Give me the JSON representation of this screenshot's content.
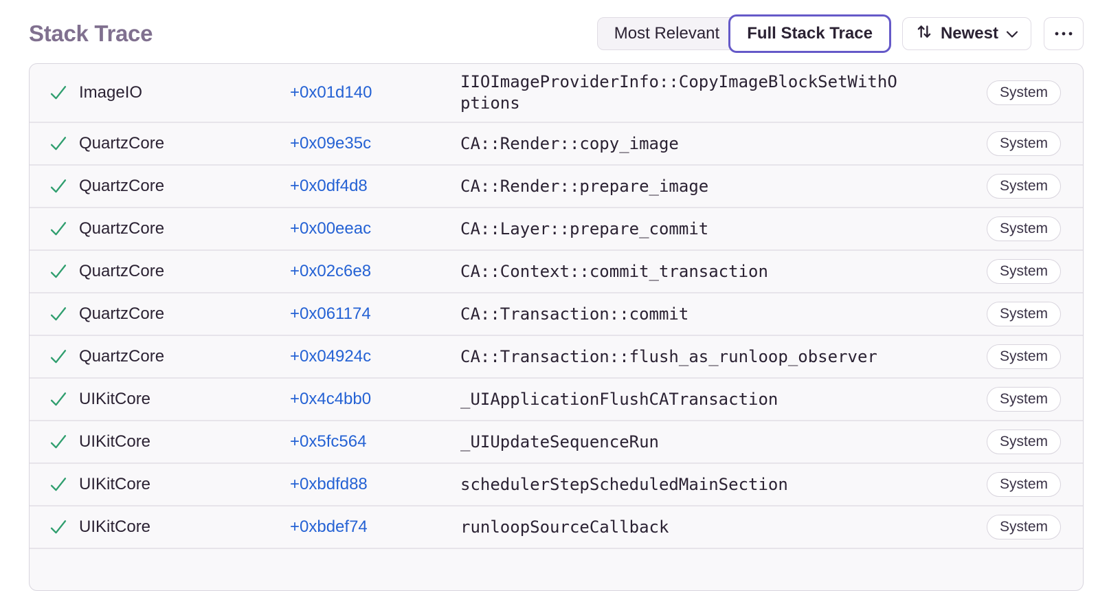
{
  "page": {
    "title": "Stack Trace"
  },
  "toolbar": {
    "view_toggle": {
      "options": [
        {
          "label": "Most Relevant",
          "selected": false
        },
        {
          "label": "Full Stack Trace",
          "selected": true
        }
      ]
    },
    "sort": {
      "icon": "sort-arrows-icon",
      "label": "Newest",
      "chevron_icon": "chevron-down-icon"
    },
    "more": {
      "icon": "ellipsis-icon"
    }
  },
  "trace": {
    "frame_status_icon": "check-icon",
    "frames": [
      {
        "module": "ImageIO",
        "offset": "+0x01d140",
        "function": "IIOImageProviderInfo::CopyImageBlockSetWithOptions",
        "badge": "System"
      },
      {
        "module": "QuartzCore",
        "offset": "+0x09e35c",
        "function": "CA::Render::copy_image",
        "badge": "System"
      },
      {
        "module": "QuartzCore",
        "offset": "+0x0df4d8",
        "function": "CA::Render::prepare_image",
        "badge": "System"
      },
      {
        "module": "QuartzCore",
        "offset": "+0x00eeac",
        "function": "CA::Layer::prepare_commit",
        "badge": "System"
      },
      {
        "module": "QuartzCore",
        "offset": "+0x02c6e8",
        "function": "CA::Context::commit_transaction",
        "badge": "System"
      },
      {
        "module": "QuartzCore",
        "offset": "+0x061174",
        "function": "CA::Transaction::commit",
        "badge": "System"
      },
      {
        "module": "QuartzCore",
        "offset": "+0x04924c",
        "function": "CA::Transaction::flush_as_runloop_observer",
        "badge": "System"
      },
      {
        "module": "UIKitCore",
        "offset": "+0x4c4bb0",
        "function": "_UIApplicationFlushCATransaction",
        "badge": "System"
      },
      {
        "module": "UIKitCore",
        "offset": "+0x5fc564",
        "function": "_UIUpdateSequenceRun",
        "badge": "System"
      },
      {
        "module": "UIKitCore",
        "offset": "+0xbdfd88",
        "function": "schedulerStepScheduledMainSection",
        "badge": "System"
      },
      {
        "module": "UIKitCore",
        "offset": "+0xbdef74",
        "function": "runloopSourceCallback",
        "badge": "System"
      }
    ]
  },
  "colors": {
    "accent-purple": "#6559c8",
    "link-blue": "#2562d4",
    "check-green": "#2f9e6e",
    "text-dark": "#2b2233",
    "title-gray": "#80708f",
    "row-bg": "#f9f8fa",
    "row-divider": "#e7e4ea",
    "panel-border": "#d8d5de",
    "badge-border": "#d8d4dd",
    "segment-bg": "#f5f3f7",
    "segment-border": "#e0dce4",
    "button-border": "#dfdbe4"
  }
}
